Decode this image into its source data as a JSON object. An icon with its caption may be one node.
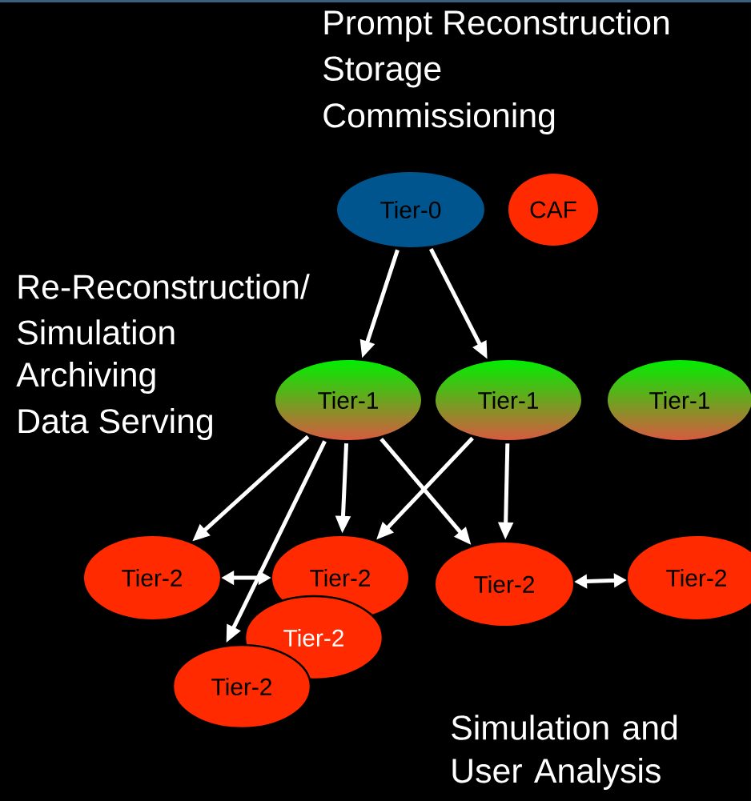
{
  "diagram": {
    "nodes": [
      {
        "text": [
          "Tier-0"
        ]
      },
      {
        "text": [
          "CAF"
        ]
      },
      {
        "text": [
          "Tier-1"
        ]
      },
      {
        "text": [
          "Tier-1"
        ]
      },
      {
        "text": [
          "Tier-1"
        ]
      },
      {
        "text": [
          "Tier-2"
        ]
      },
      {
        "text": [
          "Tier-2"
        ]
      },
      {
        "text": [
          "Tier-2"
        ]
      },
      {
        "text": [
          "Tier-2"
        ]
      },
      {
        "text": [
          "Tier-2"
        ]
      },
      {
        "text": [
          "Tier-2"
        ]
      }
    ],
    "edges": [
      {
        "from": 0,
        "to": 2,
        "arrow": "to"
      },
      {
        "from": 0,
        "to": 3,
        "arrow": "to"
      },
      {
        "from": 2,
        "to": 5,
        "arrow": "to"
      },
      {
        "from": 2,
        "to": 10,
        "arrow": "to"
      },
      {
        "from": 2,
        "to": 6,
        "arrow": "to"
      },
      {
        "from": 2,
        "to": 7,
        "arrow": "to"
      },
      {
        "from": 3,
        "to": 6,
        "arrow": "to"
      },
      {
        "from": 3,
        "to": 7,
        "arrow": "to"
      },
      {
        "from": 5,
        "to": 6,
        "arrow": "both"
      },
      {
        "from": 7,
        "to": 8,
        "arrow": "both"
      }
    ],
    "labels": [
      "Prompt Reconstruction",
      "Storage",
      "Commissioning",
      "Re-Reconstruction/",
      "Simulation",
      "Archiving",
      "Data Serving",
      "Simulation and User Analysis"
    ]
  }
}
